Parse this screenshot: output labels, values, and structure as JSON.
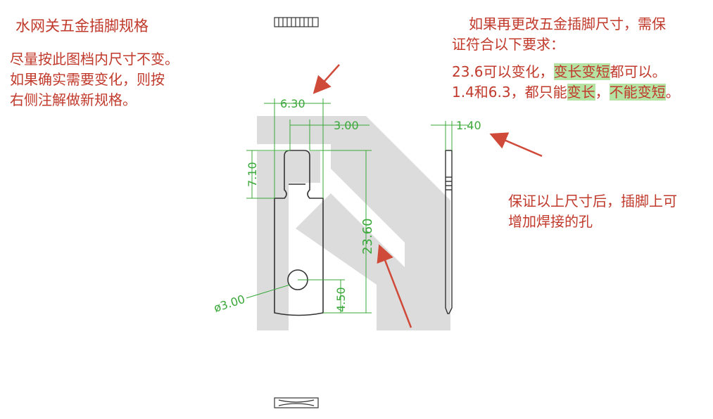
{
  "title": "水网关五金插脚规格",
  "left_note": [
    "尽量按此图档内尺寸不变。",
    "如果确实需要变化，则按",
    "右侧注解做新规格。"
  ],
  "right_note": [
    "如果再更改五金插脚尺寸，需保",
    "证符合以下要求："
  ],
  "requirement_line1": {
    "prefix": "23.6可以变化，",
    "highlight": "变长变短",
    "suffix": "都可以。"
  },
  "requirement_line2": {
    "prefix": "1.4和6.3，都只能",
    "highlight1": "变长",
    "mid": "，",
    "highlight2": "不能变短",
    "suffix": "。"
  },
  "bottom_note": [
    "保证以上尺寸后，插脚上可",
    "增加焊接的孔"
  ],
  "dimensions": {
    "width_top": "6.30",
    "tab_offset": "3.00",
    "tab_height": "7.10",
    "total_length": "23.60",
    "hole_height": "4.50",
    "hole_diameter": "ø3.00",
    "thickness": "1.40"
  },
  "colors": {
    "annotation": "#c0392b",
    "dimension": "#3aa83a",
    "highlight": "#b5e3a4",
    "watermark": "#d4d4d4"
  }
}
